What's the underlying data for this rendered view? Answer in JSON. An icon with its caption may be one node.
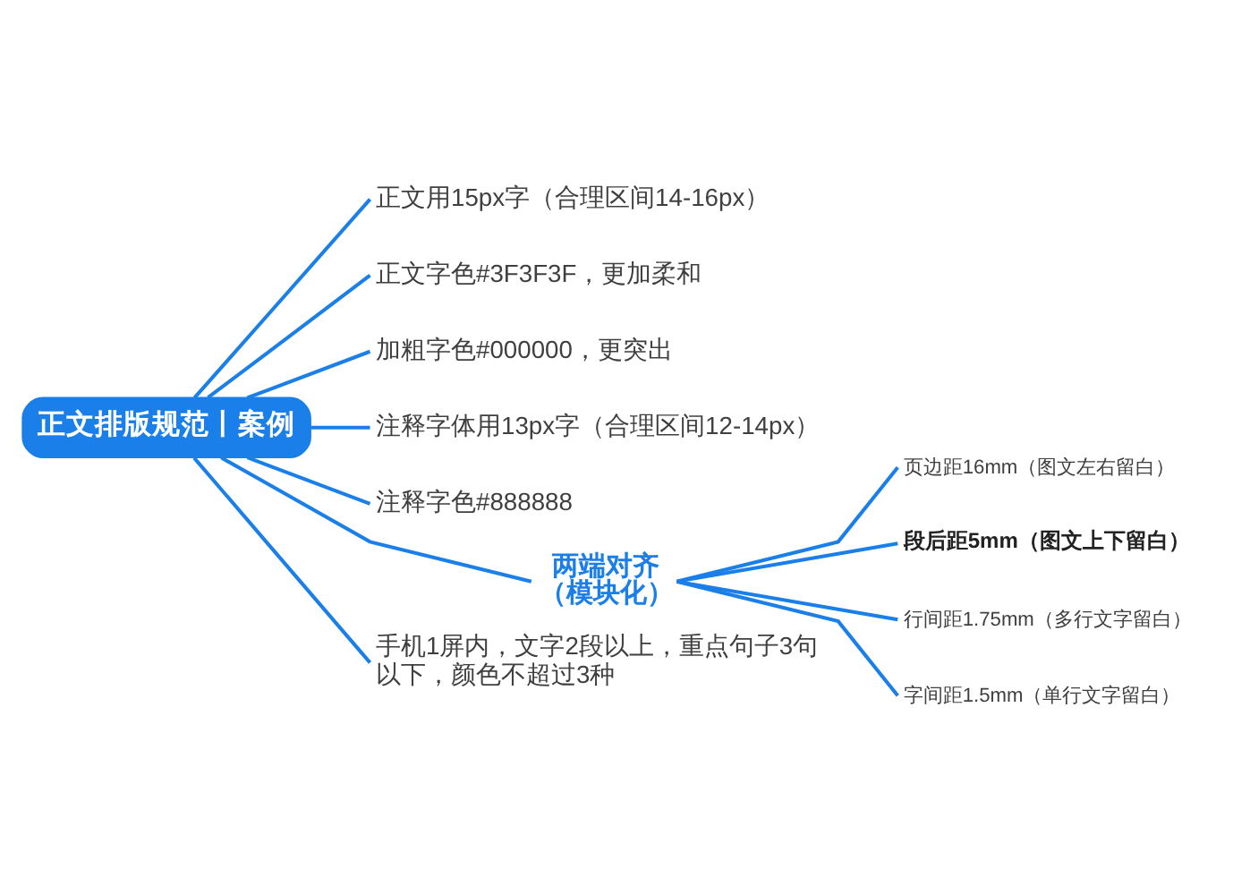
{
  "diagram": {
    "nodes": [
      {
        "text": [
          "正文排版规范丨案例"
        ]
      },
      {
        "text": [
          "正文用15px字（合理区间14-16px）"
        ]
      },
      {
        "text": [
          "正文字色#3F3F3F，更加柔和"
        ]
      },
      {
        "text": [
          "加粗字色#000000，更突出"
        ]
      },
      {
        "text": [
          "注释字体用13px字（合理区间12-14px）"
        ]
      },
      {
        "text": [
          "注释字色#888888"
        ]
      },
      {
        "text": [
          "两端对齐（模块化）"
        ]
      },
      {
        "text": [
          "页边距16mm（图文左右留白）"
        ]
      },
      {
        "text": [
          "段后距5mm（图文上下留白）"
        ]
      },
      {
        "text": [
          "行间距1.75mm（多行文字留白）"
        ]
      },
      {
        "text": [
          "字间距1.5mm（单行文字留白）"
        ]
      },
      {
        "text": [
          "手机1屏内，文字2段以上，重点句子3句以下，颜色不超过3种"
        ]
      }
    ],
    "edges": [
      {
        "from": 0,
        "to": 1,
        "arrow": "none"
      },
      {
        "from": 0,
        "to": 2,
        "arrow": "none"
      },
      {
        "from": 0,
        "to": 3,
        "arrow": "none"
      },
      {
        "from": 0,
        "to": 4,
        "arrow": "none"
      },
      {
        "from": 0,
        "to": 5,
        "arrow": "none"
      },
      {
        "from": 0,
        "to": 6,
        "arrow": "none"
      },
      {
        "from": 6,
        "to": 7,
        "arrow": "none"
      },
      {
        "from": 6,
        "to": 8,
        "arrow": "none"
      },
      {
        "from": 6,
        "to": 9,
        "arrow": "none"
      },
      {
        "from": 6,
        "to": 10,
        "arrow": "none"
      },
      {
        "from": 0,
        "to": 11,
        "arrow": "none"
      }
    ]
  }
}
